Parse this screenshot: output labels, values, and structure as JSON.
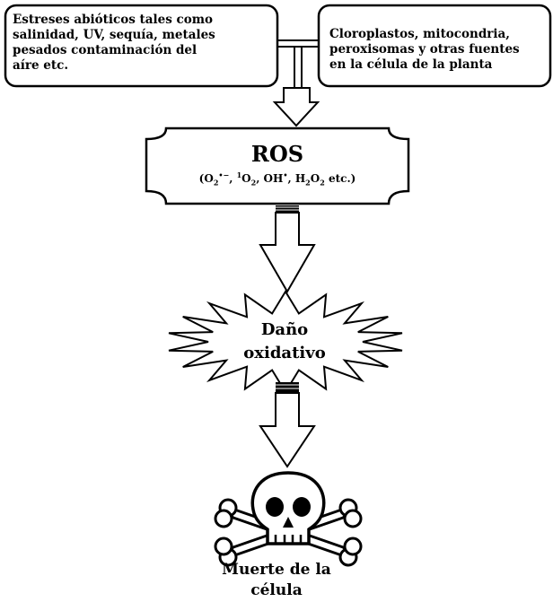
{
  "stressors_box": {
    "lines": [
      "Estreses abióticos tales como",
      "salinidad, UV, sequía, metales",
      "pesados contaminación del",
      "aíre etc."
    ]
  },
  "sources_box": {
    "lines": [
      "Cloroplastos, mitocondria,",
      "peroxisomas y otras fuentes",
      "en la célula de la planta"
    ]
  },
  "ros_box": {
    "title": "ROS",
    "formula": {
      "open": "(O",
      "o2_sub": "2",
      "o2_sup": "•−",
      "sep1": ", ",
      "singlet_sup": "1",
      "singlet_base": "O",
      "singlet_sub": "2",
      "sep2": ", OH",
      "oh_sup": "•",
      "sep3": ", H",
      "h_sub": "2",
      "o_base": "O",
      "o_sub": "2",
      "close": " etc.)"
    }
  },
  "damage_burst": {
    "lines": [
      "Daño",
      "oxidativo"
    ]
  },
  "outcome": {
    "lines": [
      "Muerte de la",
      "célula"
    ],
    "icon": "skull-and-crossbones-icon"
  }
}
